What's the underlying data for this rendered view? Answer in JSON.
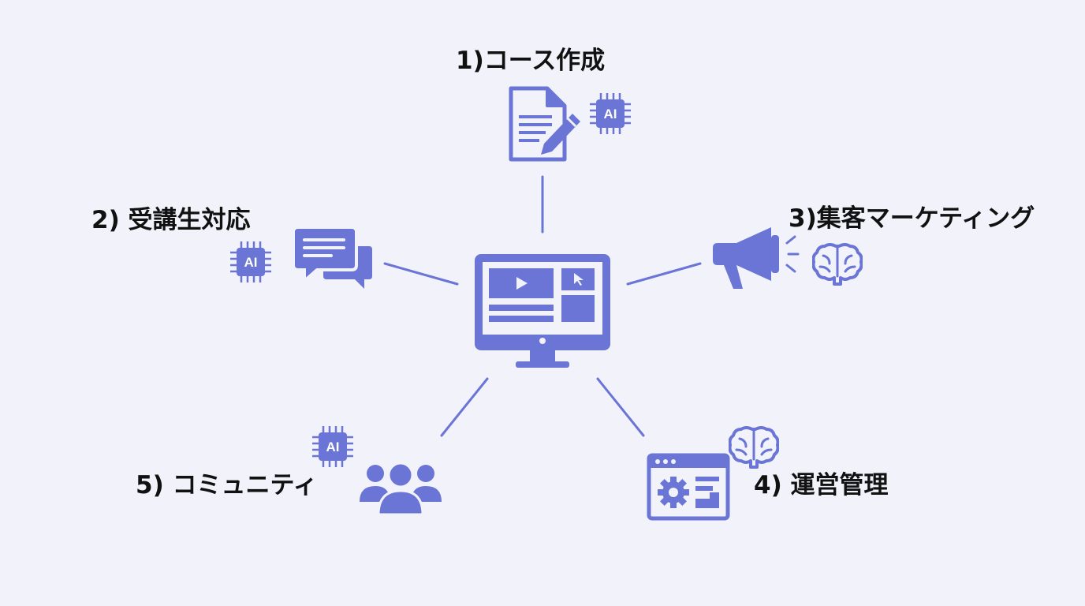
{
  "diagram": {
    "nodes": [
      {
        "id": "course",
        "label": "1)コース作成",
        "icon": "document-pencil-icon",
        "badge": "AI",
        "badge_icon": "ai-chip-icon"
      },
      {
        "id": "student",
        "label": "2) 受講生対応",
        "icon": "chat-bubbles-icon",
        "badge": "AI",
        "badge_icon": "ai-chip-icon"
      },
      {
        "id": "marketing",
        "label": "3)集客マーケティング",
        "icon": "megaphone-icon",
        "badge_icon": "brain-icon"
      },
      {
        "id": "operations",
        "label": "4) 運営管理",
        "icon": "settings-window-icon",
        "badge_icon": "brain-icon"
      },
      {
        "id": "community",
        "label": "5) コミュニティ",
        "icon": "people-group-icon",
        "badge": "AI",
        "badge_icon": "ai-chip-icon"
      }
    ],
    "center_icon": "monitor-video-icon",
    "accent_color": "#6a75d6"
  }
}
